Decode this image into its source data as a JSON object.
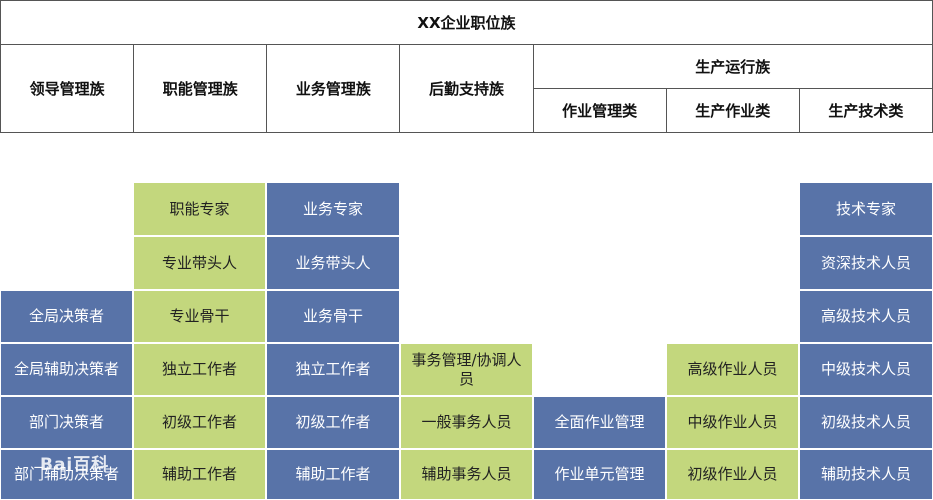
{
  "header": {
    "title": "XX企业职位族",
    "families": [
      "领导管理族",
      "职能管理族",
      "业务管理族",
      "后勤支持族"
    ],
    "production_group": "生产运行族",
    "production_subs": [
      "作业管理类",
      "生产作业类",
      "生产技术类"
    ]
  },
  "colors": {
    "blue": "#5873a8",
    "green": "#c3d77d"
  },
  "columns": {
    "leadership": [
      "全局决策者",
      "全局辅助决策者",
      "部门决策者",
      "部门辅助决策者"
    ],
    "functional": [
      "职能专家",
      "专业带头人",
      "专业骨干",
      "独立工作者",
      "初级工作者",
      "辅助工作者"
    ],
    "business": [
      "业务专家",
      "业务带头人",
      "业务骨干",
      "独立工作者",
      "初级工作者",
      "辅助工作者"
    ],
    "logistics": [
      "事务管理/协调人员",
      "一般事务人员",
      "辅助事务人员"
    ],
    "operation_mgmt": [
      "全面作业管理",
      "作业单元管理"
    ],
    "production_work": [
      "高级作业人员",
      "中级作业人员",
      "初级作业人员"
    ],
    "production_tech": [
      "技术专家",
      "资深技术人员",
      "高级技术人员",
      "中级技术人员",
      "初级技术人员",
      "辅助技术人员"
    ]
  },
  "watermark": "Bai百科"
}
